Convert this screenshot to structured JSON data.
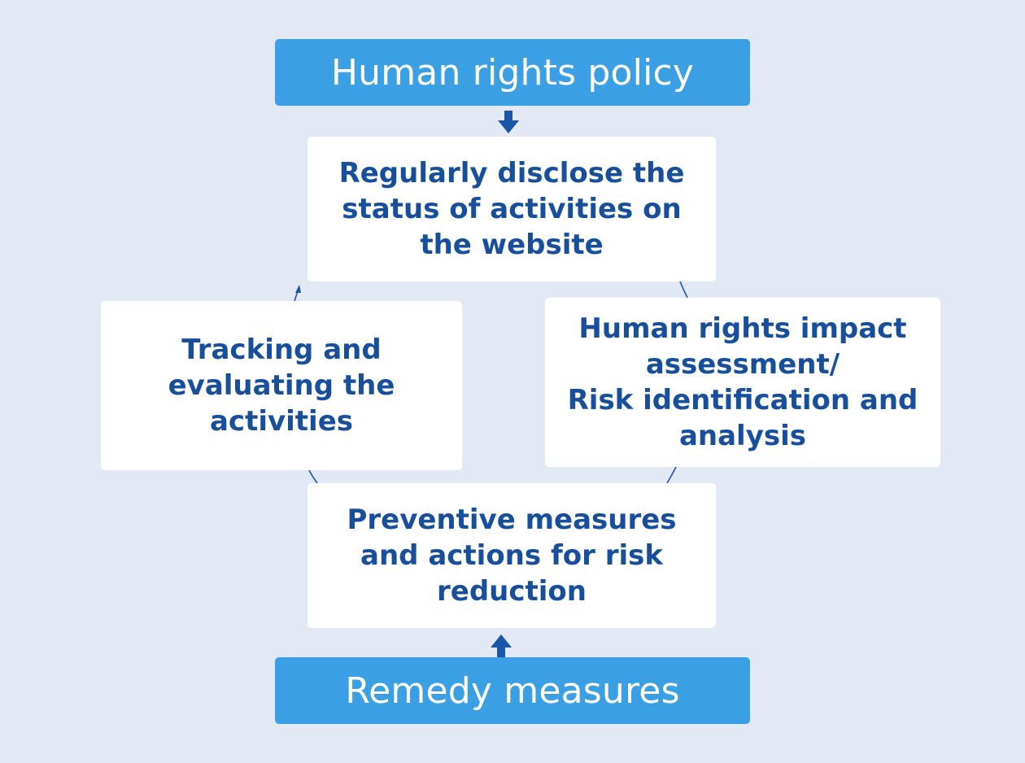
{
  "top_banner": {
    "label": "Human rights policy"
  },
  "bottom_banner": {
    "label": "Remedy measures"
  },
  "cycle_steps": [
    {
      "lines": [
        "Regularly disclose the",
        "status of activities on",
        "the website"
      ]
    },
    {
      "lines": [
        "Human rights impact",
        "assessment/",
        "Risk identification and",
        "analysis"
      ]
    },
    {
      "lines": [
        "Preventive measures",
        "and actions for risk",
        "reduction"
      ]
    },
    {
      "lines": [
        "Tracking and",
        "evaluating the",
        "activities"
      ]
    }
  ],
  "colors": {
    "background": "#e2e8f4",
    "banner": "#3a9fe3",
    "box": "#ffffff",
    "box_text": "#174f9c",
    "arrow": "#1a56a8"
  }
}
